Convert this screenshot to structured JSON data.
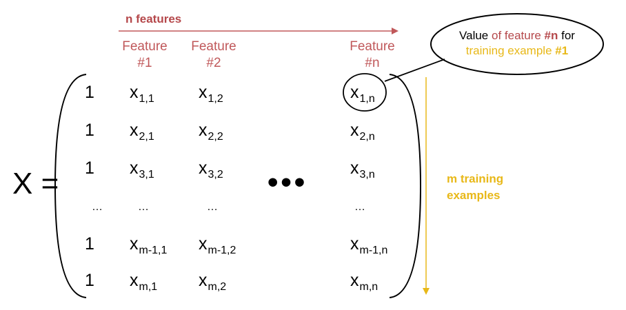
{
  "top": {
    "n_features": "n features"
  },
  "features": [
    {
      "l1": "Feature",
      "l2": "#1"
    },
    {
      "l1": "Feature",
      "l2": "#2"
    },
    {
      "l1": "Feature",
      "l2": "#n"
    }
  ],
  "matrix": {
    "lhs": "X =",
    "rows": [
      [
        "1",
        "x",
        "1,1",
        "x",
        "1,2",
        "x",
        "1,n"
      ],
      [
        "1",
        "x",
        "2,1",
        "x",
        "2,2",
        "x",
        "2,n"
      ],
      [
        "1",
        "x",
        "3,1",
        "x",
        "3,2",
        "x",
        "3,n"
      ],
      [
        "…",
        "…",
        "",
        "…",
        "",
        "…",
        ""
      ],
      [
        "1",
        "x",
        "m-1,1",
        "x",
        "m-1,2",
        "x",
        "m-1,n"
      ],
      [
        "1",
        "x",
        "m,1",
        "x",
        "m,2",
        "x",
        "m,n"
      ]
    ],
    "col_ellipsis": "•••"
  },
  "callout": {
    "p1": "Value ",
    "p2": "of feature ",
    "p3": "#n",
    "p4": " for",
    "p5": "training example ",
    "p6": "#1"
  },
  "side": {
    "line1": "m training",
    "line2": "examples"
  },
  "colors": {
    "red": "#b5484b",
    "gold": "#e8b818",
    "black": "#000000"
  }
}
